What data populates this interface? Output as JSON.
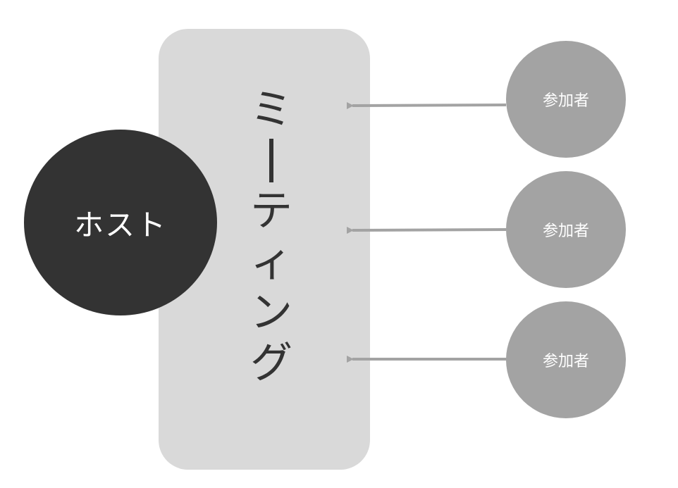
{
  "diagram": {
    "meeting_chars": [
      "ミ",
      "ー",
      "テ",
      "ィ",
      "ン",
      "グ"
    ],
    "host_label": "ホスト",
    "participants": [
      {
        "label": "参加者"
      },
      {
        "label": "参加者"
      },
      {
        "label": "参加者"
      }
    ]
  },
  "colors": {
    "meeting_box": "#d9d9d9",
    "host": "#333333",
    "participant": "#a3a3a3",
    "arrow": "#a3a3a3",
    "text_dark": "#333333",
    "text_light": "#ffffff"
  }
}
